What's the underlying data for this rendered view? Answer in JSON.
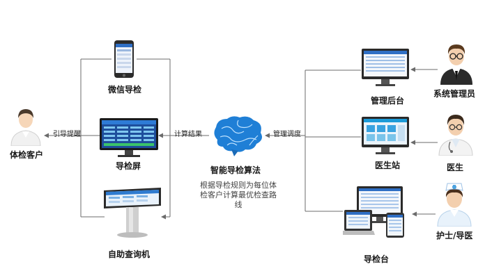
{
  "nodes": {
    "customer": "体检客户",
    "wechat": "微信导检",
    "guide_screen": "导检屏",
    "kiosk": "自助查询机",
    "algorithm": "智能导检算法",
    "algorithm_desc_1": "根据导检规则为每位体",
    "algorithm_desc_2": "检客户计算最优检查路",
    "algorithm_desc_3": "线",
    "admin_console": "管理后台",
    "doctor_station": "医生站",
    "guide_desk": "导检台",
    "sys_admin": "系统管理员",
    "doctor": "医生",
    "nurse": "护士/导医"
  },
  "edges": {
    "guide": "引导提醒",
    "calc_result": "计算结果",
    "dispatch": "管理调度"
  },
  "colors": {
    "line": "#6b6b6b",
    "brain": "#1f7fd6",
    "screen_blue": "#1e4e9c"
  }
}
